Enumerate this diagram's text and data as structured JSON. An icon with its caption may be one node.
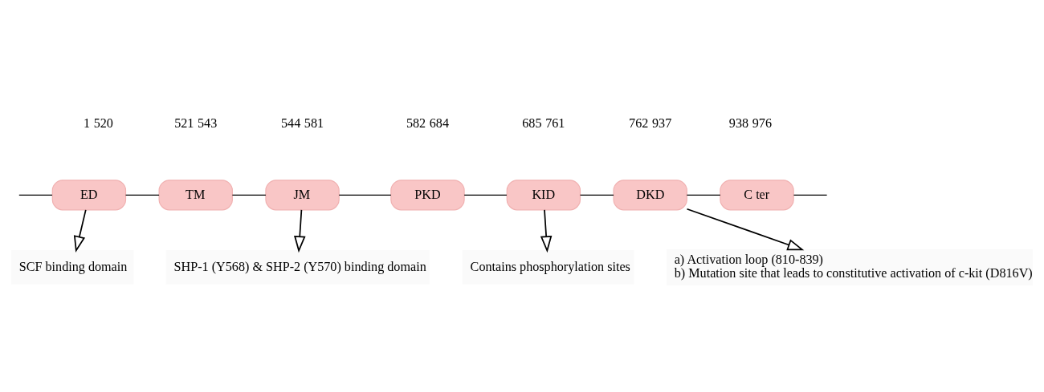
{
  "diagram": {
    "nodes": [
      {
        "text": [
          "ED"
        ],
        "beside": [
          "1",
          "520"
        ]
      },
      {
        "text": [
          "TM"
        ],
        "beside": [
          "521",
          "543"
        ]
      },
      {
        "text": [
          "JM"
        ],
        "beside": [
          "544",
          "581"
        ]
      },
      {
        "text": [
          "PKD"
        ],
        "beside": [
          "582",
          "684"
        ]
      },
      {
        "text": [
          "KID"
        ],
        "beside": [
          "685",
          "761"
        ]
      },
      {
        "text": [
          "DKD"
        ],
        "beside": [
          "762",
          "937"
        ]
      },
      {
        "text": [
          "C ter"
        ],
        "beside": [
          "938",
          "976"
        ]
      },
      {
        "text": [
          "SCF binding domain"
        ]
      },
      {
        "text": [
          "SHP-1 (Y568) & SHP-2 (Y570) binding domain"
        ]
      },
      {
        "text": [
          "Contains phosphorylation sites"
        ]
      },
      {
        "text": [
          "a) Activation loop (810-839)",
          "b) Mutation site that leads to constitutive activation of c-kit (D816V)"
        ]
      }
    ],
    "edges": [
      {
        "from": null,
        "to": 0,
        "arrow": "none"
      },
      {
        "from": 0,
        "to": 1,
        "arrow": "none"
      },
      {
        "from": 1,
        "to": 2,
        "arrow": "none"
      },
      {
        "from": 2,
        "to": 3,
        "arrow": "none"
      },
      {
        "from": 3,
        "to": 4,
        "arrow": "none"
      },
      {
        "from": 4,
        "to": 5,
        "arrow": "none"
      },
      {
        "from": 5,
        "to": 6,
        "arrow": "none"
      },
      {
        "from": 6,
        "to": null,
        "arrow": "none"
      },
      {
        "from": 0,
        "to": 7,
        "arrow": "to"
      },
      {
        "from": 2,
        "to": 8,
        "arrow": "to"
      },
      {
        "from": 4,
        "to": 9,
        "arrow": "to"
      },
      {
        "from": 5,
        "to": 10,
        "arrow": "to"
      }
    ]
  }
}
